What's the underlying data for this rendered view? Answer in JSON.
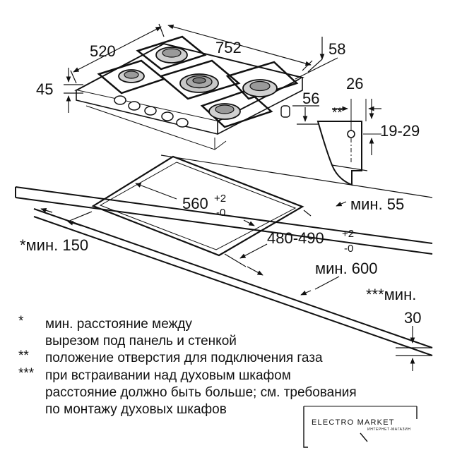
{
  "dimensions": {
    "width_520": "520",
    "width_752": "752",
    "depth_58": "58",
    "height_45": "45",
    "offset_56": "56",
    "gas_26": "26",
    "gas_marker": "**",
    "gas_19_29": "19-29",
    "cutout_width": "560",
    "cutout_width_tol_plus": "+2",
    "cutout_width_tol_minus": "-0",
    "cutout_depth": "480-490",
    "cutout_depth_tol_plus": "+2",
    "cutout_depth_tol_minus": "-0",
    "min_55": "мин. 55",
    "min_150": "*мин. 150",
    "min_600": "мин. 600",
    "min_30_label": "***мин.",
    "min_30_value": "30"
  },
  "notes": [
    {
      "marker": "*",
      "lines": [
        "мин. расстояние между",
        "вырезом под панель и стенкой"
      ]
    },
    {
      "marker": "**",
      "lines": [
        "положение отверстия для подключения газа"
      ]
    },
    {
      "marker": "***",
      "lines": [
        "при встраивании над духовым шкафом",
        "расстояние должно быть больше; см. требования",
        "по монтажу духовых шкафов"
      ]
    }
  ],
  "logo": {
    "text": "ELECTRO MARKET",
    "subtext": "ИНТЕРНЕТ-МАГАЗИН"
  }
}
